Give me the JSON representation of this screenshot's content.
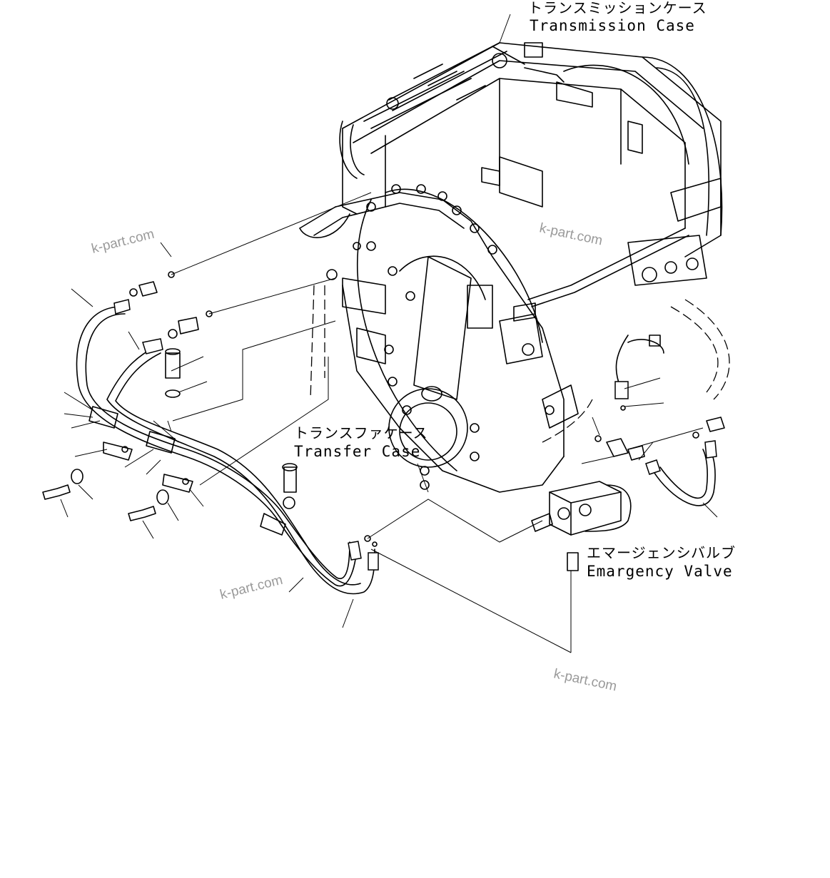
{
  "labels": {
    "transmission_case": {
      "jp": "トランスミッションケース",
      "en": "Transmission Case"
    },
    "transfer_case": {
      "jp": "トランスファケース",
      "en": "Transfer Case"
    },
    "emergency_valve": {
      "jp": "エマージェンシバルブ",
      "en": "Emargency Valve"
    }
  },
  "watermarks": [
    "k-part.com",
    "k-part.com",
    "k-part.com",
    "k-part.com"
  ],
  "colors": {
    "line": "#000000",
    "background": "#ffffff",
    "watermark": "#9a9a9a"
  }
}
